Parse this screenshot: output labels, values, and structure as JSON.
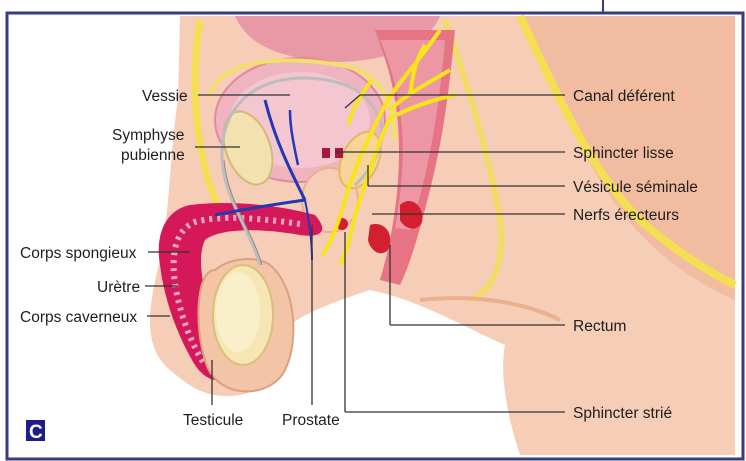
{
  "figure": {
    "panel_letter": "C",
    "labels": {
      "vessie": "Vessie",
      "symphyse_l1": "Symphyse",
      "symphyse_l2": "pubienne",
      "corps_spongieux": "Corps spongieux",
      "uretre": "Urètre",
      "corps_caverneux": "Corps caverneux",
      "testicule": "Testicule",
      "prostate": "Prostate",
      "canal_deferent": "Canal déférent",
      "sphincter_lisse": "Sphincter lisse",
      "vesicule_seminale": "Vésicule séminale",
      "nerfs_erecteurs": "Nerfs érecteurs",
      "rectum": "Rectum",
      "sphincter_strie": "Sphincter strié"
    },
    "colors": {
      "frame": "#3a3a80",
      "skin": "#f6cdb6",
      "bladder": "#f0b4c0",
      "nerve": "#f7e41a",
      "erectile": "#d4185a",
      "vessel": "#2438b4",
      "panel_badge": "#1d1d8a"
    }
  }
}
